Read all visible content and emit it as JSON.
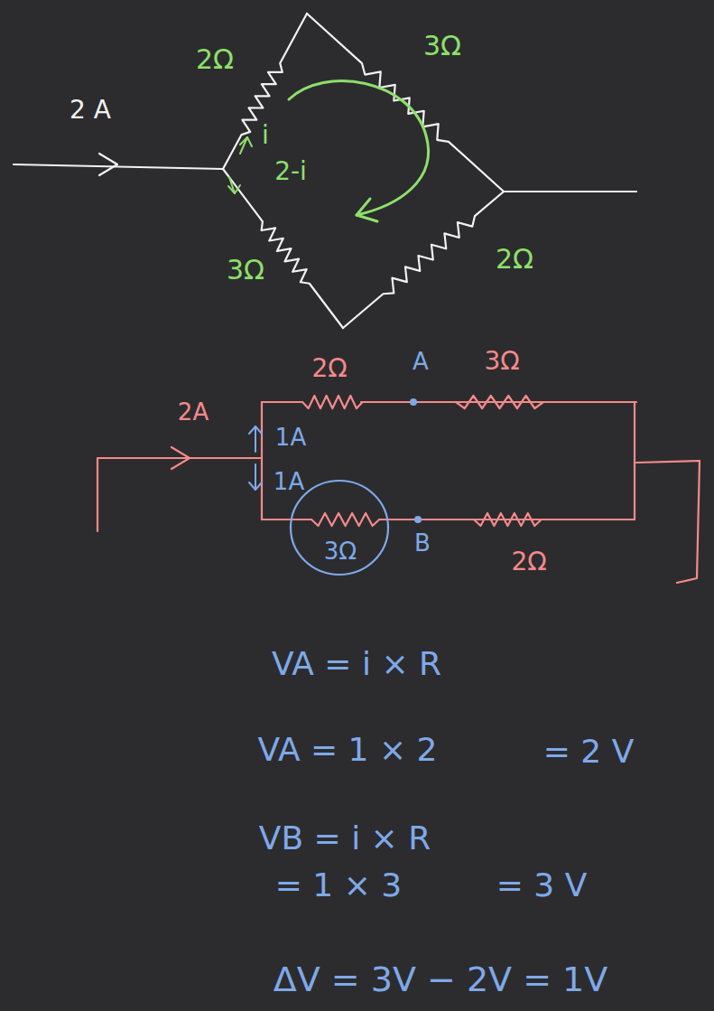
{
  "diagram": {
    "labels": [
      "2Ω",
      "3Ω",
      "2 A",
      "i",
      "2-i",
      "3Ω",
      "2Ω",
      "2Ω",
      "A",
      "3Ω",
      "2A",
      "1A",
      "1A",
      "3Ω",
      "B",
      "2Ω",
      "VA = i × R",
      "VA = 1 × 2",
      "= 2 V",
      "VB = i × R",
      "= 1 × 3",
      "= 3 V",
      "ΔV = 3V − 2V = 1V"
    ]
  }
}
